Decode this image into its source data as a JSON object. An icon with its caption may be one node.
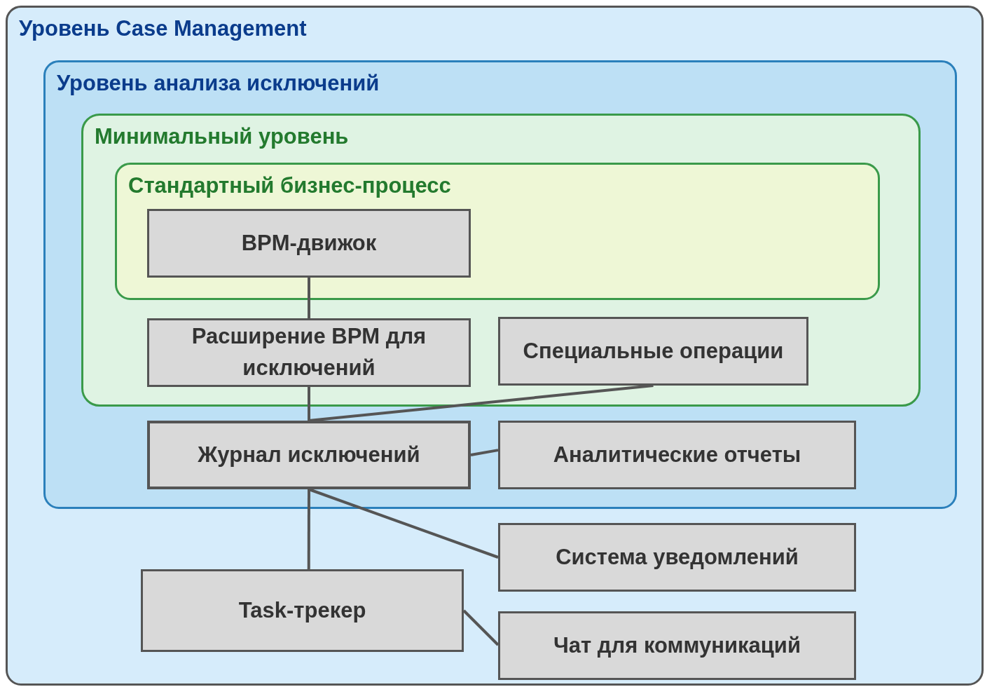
{
  "diagram": {
    "nodes": [
      {
        "text": [
          "Уровень Case Management"
        ]
      },
      {
        "text": [
          "Уровень анализа исключений"
        ],
        "in": 0
      },
      {
        "text": [
          "Минимальный уровень"
        ],
        "in": 1
      },
      {
        "text": [
          "Стандартный бизнес-процесс"
        ],
        "in": 2
      },
      {
        "text": [
          "BPM-движок"
        ],
        "in": 3
      },
      {
        "text": [
          "Расширение BPM для исключений"
        ],
        "in": 2
      },
      {
        "text": [
          "Специальные операции"
        ],
        "in": 2
      },
      {
        "text": [
          "Журнал исключений"
        ],
        "in": 1
      },
      {
        "text": [
          "Аналитические отчеты"
        ],
        "in": 1
      },
      {
        "text": [
          "Система уведомлений"
        ],
        "in": 0
      },
      {
        "text": [
          "Task-трекер"
        ],
        "in": 0
      },
      {
        "text": [
          "Чат для коммуникаций"
        ],
        "in": 0
      }
    ],
    "edges": [
      {
        "from": 4,
        "to": 5,
        "arrow": "none"
      },
      {
        "from": 5,
        "to": 7,
        "arrow": "none"
      },
      {
        "from": 6,
        "to": 7,
        "arrow": "none"
      },
      {
        "from": 7,
        "to": 8,
        "arrow": "none"
      },
      {
        "from": 7,
        "to": 9,
        "arrow": "none"
      },
      {
        "from": 7,
        "to": 10,
        "arrow": "none"
      },
      {
        "from": 10,
        "to": 11,
        "arrow": "none"
      }
    ]
  }
}
